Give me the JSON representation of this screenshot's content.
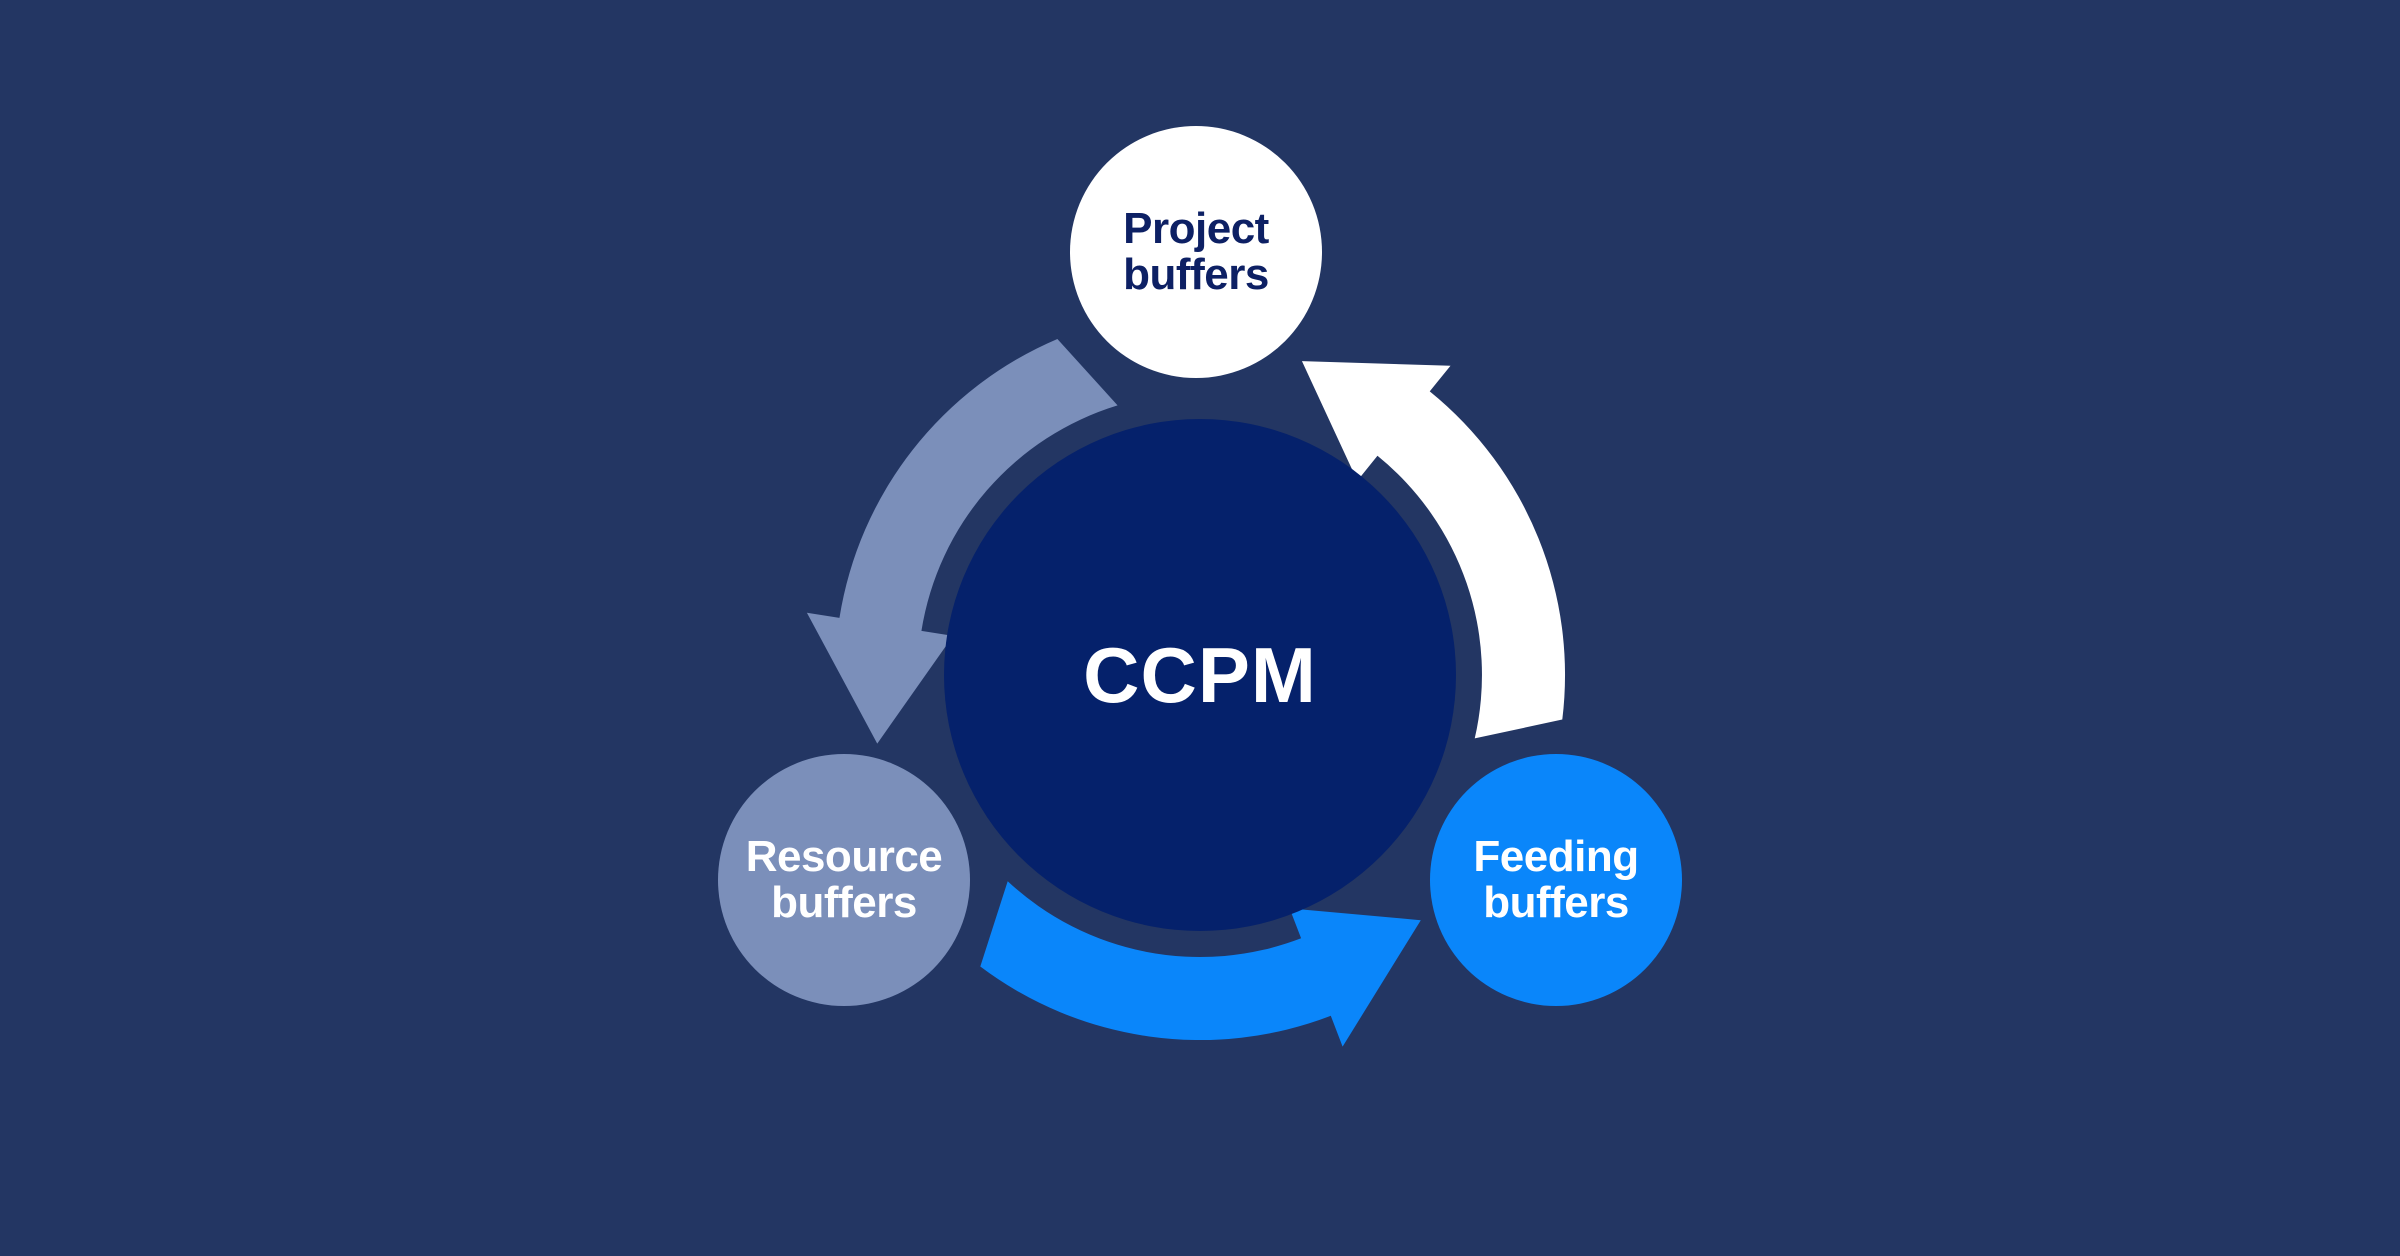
{
  "colors": {
    "background": "#233663",
    "center_circle": "#05216b",
    "center_text": "#ffffff",
    "project_circle": "#ffffff",
    "project_text": "#0d2064",
    "resource_circle": "#7b8fba",
    "resource_text": "#ffffff",
    "feeding_circle": "#0a86fa",
    "feeding_text": "#ffffff",
    "arrow_project_to_resource": "#7b8fba",
    "arrow_resource_to_feeding": "#0a86fa",
    "arrow_feeding_to_project": "#ffffff"
  },
  "diagram": {
    "center": {
      "label": "CCPM"
    },
    "nodes": [
      {
        "id": "project-buffers",
        "lines": [
          "Project",
          "buffers"
        ]
      },
      {
        "id": "resource-buffers",
        "lines": [
          "Resource",
          "buffers"
        ]
      },
      {
        "id": "feeding-buffers",
        "lines": [
          "Feeding",
          "buffers"
        ]
      }
    ]
  }
}
